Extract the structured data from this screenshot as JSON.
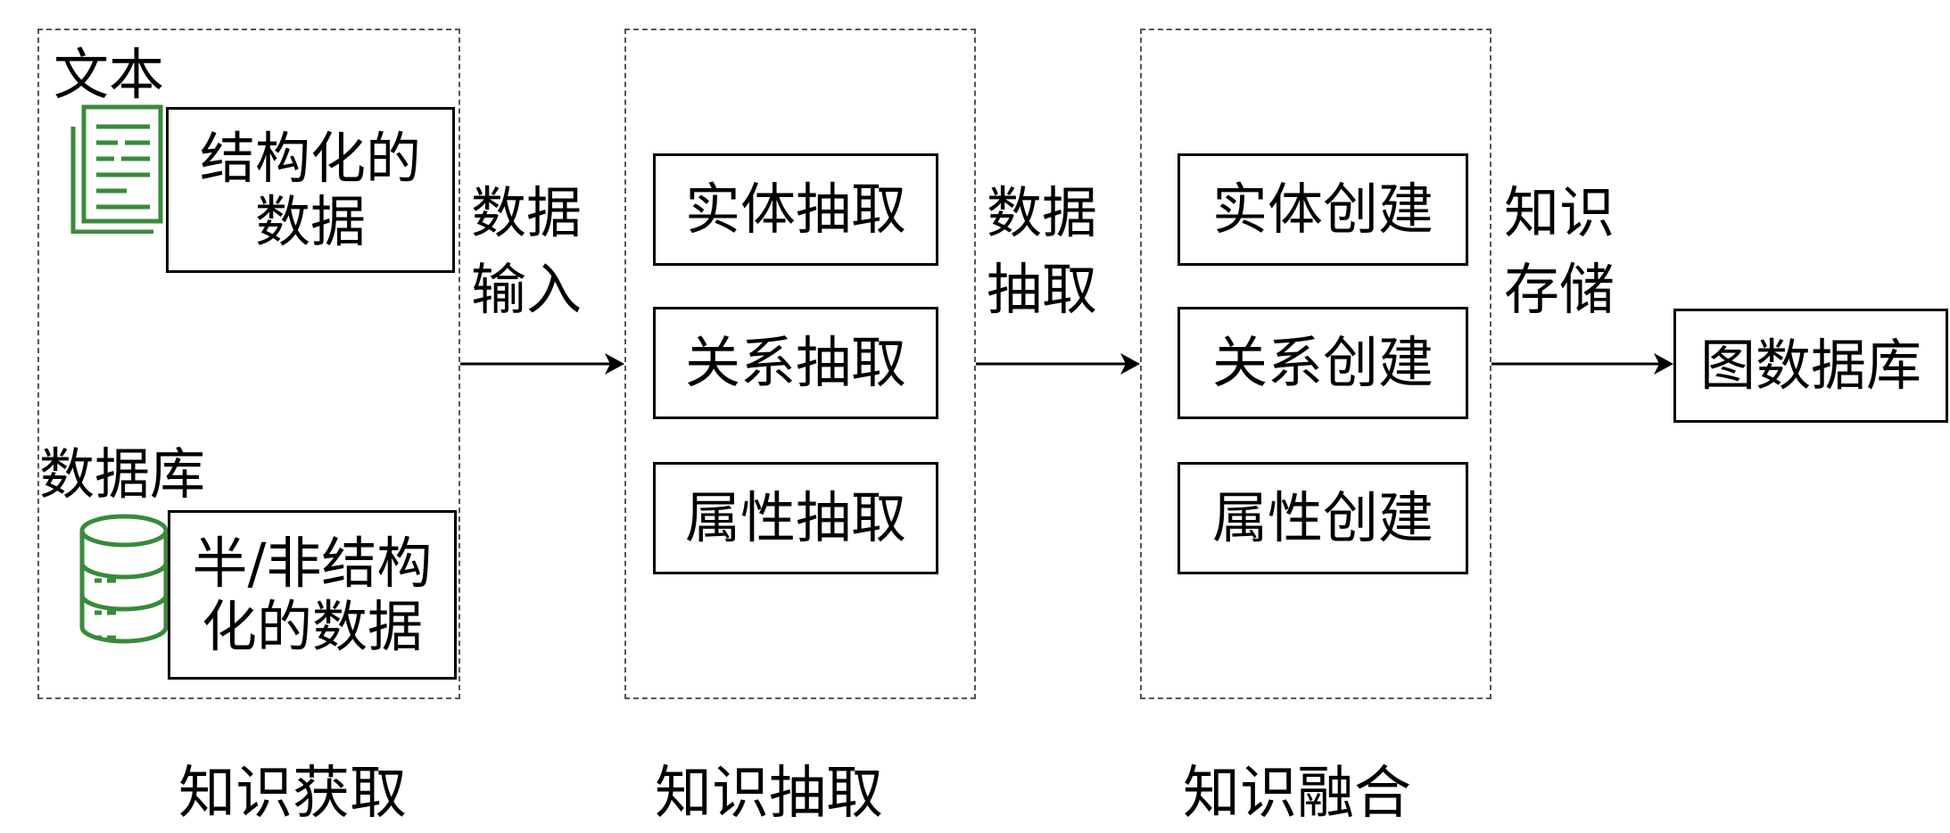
{
  "acquisition": {
    "text_label": "文本",
    "structured_line1": "结构化的",
    "structured_line2": "数据",
    "database_label": "数据库",
    "semi_line1": "半/非结构",
    "semi_line2": "化的数据",
    "stage_label": "知识获取"
  },
  "extraction": {
    "items": [
      "实体抽取",
      "关系抽取",
      "属性抽取"
    ],
    "stage_label": "知识抽取"
  },
  "fusion": {
    "items": [
      "实体创建",
      "关系创建",
      "属性创建"
    ],
    "stage_label": "知识融合"
  },
  "edges": {
    "data_input_line1": "数据",
    "data_input_line2": "输入",
    "data_extract_line1": "数据",
    "data_extract_line2": "抽取",
    "store_line1": "知识",
    "store_line2": "存储"
  },
  "target": {
    "label": "图数据库"
  },
  "colors": {
    "icon_green": "#3a8a3a",
    "line": "#000000",
    "dashed_border": "#555555"
  }
}
